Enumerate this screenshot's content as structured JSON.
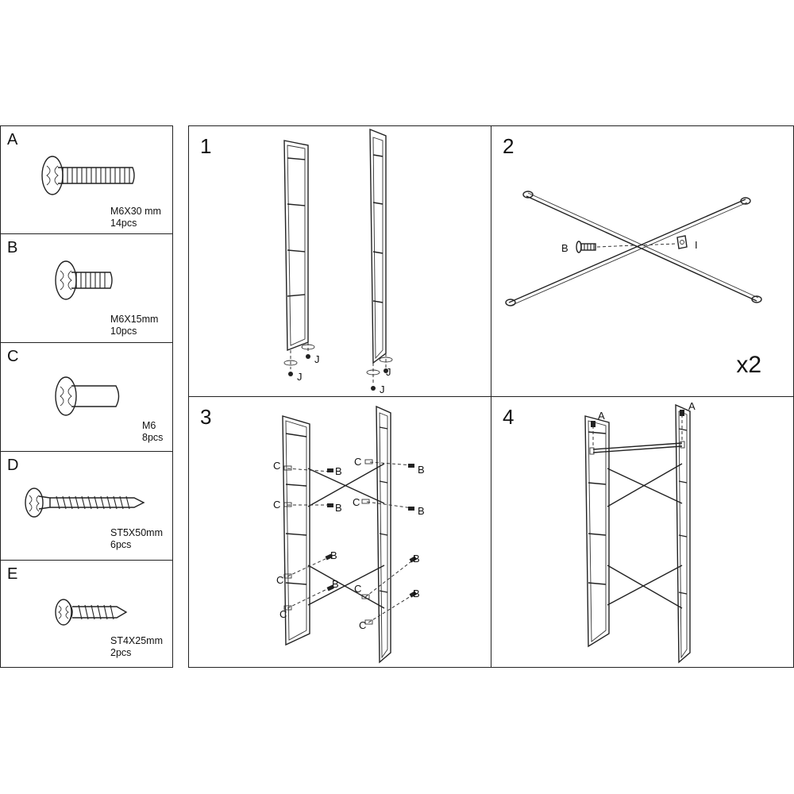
{
  "hardware": [
    {
      "letter": "A",
      "size": "M6X30 mm",
      "qty": "14pcs",
      "icon": "bolt-long-icon"
    },
    {
      "letter": "B",
      "size": "M6X15mm",
      "qty": "10pcs",
      "icon": "bolt-short-icon"
    },
    {
      "letter": "C",
      "size": "M6",
      "qty": "8pcs",
      "icon": "barrel-nut-icon"
    },
    {
      "letter": "D",
      "size": "ST5X50mm",
      "qty": "6pcs",
      "icon": "wood-screw-long-icon"
    },
    {
      "letter": "E",
      "size": "ST4X25mm",
      "qty": "2pcs",
      "icon": "wood-screw-short-icon"
    }
  ],
  "steps": [
    {
      "number": "1",
      "labels": {
        "j": "J"
      }
    },
    {
      "number": "2",
      "labels": {
        "b": "B",
        "i": "I"
      },
      "multiplier": "x2"
    },
    {
      "number": "3",
      "labels": {
        "b": "B",
        "c": "C"
      }
    },
    {
      "number": "4",
      "labels": {
        "a": "A"
      }
    }
  ]
}
